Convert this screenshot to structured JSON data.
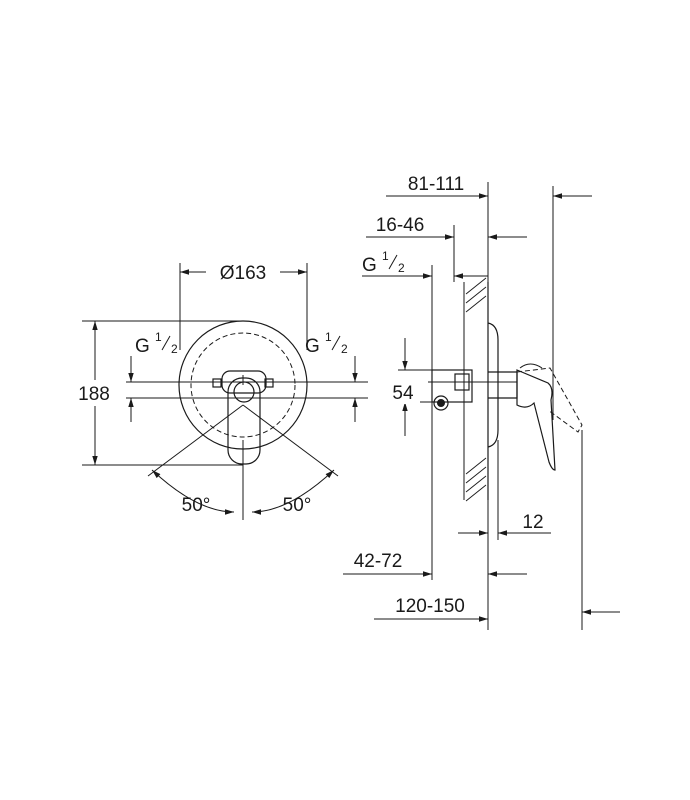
{
  "front_view": {
    "diameter": "Ø163",
    "height": "188",
    "thread_left": {
      "letter": "G",
      "num": "1",
      "den": "2"
    },
    "thread_right": {
      "letter": "G",
      "num": "1",
      "den": "2"
    },
    "angle_left": "50°",
    "angle_right": "50°"
  },
  "side_view": {
    "dim_81_111": "81-111",
    "dim_16_46": "16-46",
    "thread": {
      "letter": "G",
      "num": "1",
      "den": "2"
    },
    "dim_54": "54",
    "dim_12": "12",
    "dim_42_72": "42-72",
    "dim_120_150": "120-150"
  },
  "colors": {
    "line": "#1a1a1a",
    "background": "#ffffff"
  }
}
